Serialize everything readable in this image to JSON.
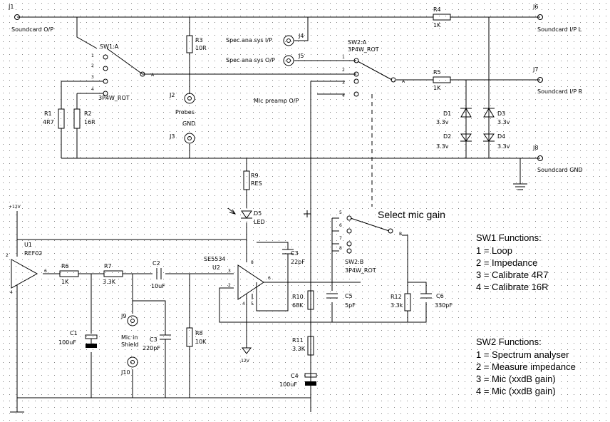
{
  "connectors": {
    "j1": {
      "ref": "J1",
      "label": "Soundcard O/P"
    },
    "j2": {
      "ref": "J2",
      "label": "Probes"
    },
    "j3": {
      "ref": "J3",
      "label": "GND"
    },
    "j4": {
      "ref": "J4",
      "label": "Spec ana sys I/P"
    },
    "j5": {
      "ref": "J5",
      "label": "Spec ana sys O/P"
    },
    "j6": {
      "ref": "J6",
      "label": "Soundcard I/P L"
    },
    "j7": {
      "ref": "J7",
      "label": "Soundcard I/P R"
    },
    "j8": {
      "ref": "J8",
      "label": "Soundcard GND"
    },
    "j9": {
      "ref": "J9",
      "label1": "Mic in",
      "label2": "Shield"
    },
    "j10": {
      "ref": "J10"
    }
  },
  "resistors": {
    "r1": {
      "ref": "R1",
      "value": "4R7"
    },
    "r2": {
      "ref": "R2",
      "value": "16R"
    },
    "r3": {
      "ref": "R3",
      "value": "10R"
    },
    "r4": {
      "ref": "R4",
      "value": "1K"
    },
    "r5": {
      "ref": "R5",
      "value": "1K"
    },
    "r6": {
      "ref": "R6",
      "value": "1K"
    },
    "r7": {
      "ref": "R7",
      "value": "3.3K"
    },
    "r8": {
      "ref": "R8",
      "value": "10K"
    },
    "r9": {
      "ref": "R9",
      "value": "RES"
    },
    "r10": {
      "ref": "R10",
      "value": "68K"
    },
    "r11": {
      "ref": "R11",
      "value": "3.3K"
    },
    "r12": {
      "ref": "R12",
      "value": "3.3k"
    }
  },
  "capacitors": {
    "c1": {
      "ref": "C1",
      "value": "100uF"
    },
    "c2": {
      "ref": "C2",
      "value": "10uF"
    },
    "c3a": {
      "ref": "C3",
      "value": "22pF"
    },
    "c3b": {
      "ref": "C3",
      "value": "220pF"
    },
    "c4": {
      "ref": "C4",
      "value": "100uF"
    },
    "c5": {
      "ref": "C5",
      "value": "5pF"
    },
    "c6": {
      "ref": "C6",
      "value": "330pF"
    }
  },
  "diodes": {
    "d1": {
      "ref": "D1",
      "value": "3.3v"
    },
    "d2": {
      "ref": "D2",
      "value": "3.3v"
    },
    "d3": {
      "ref": "D3",
      "value": "3.3v"
    },
    "d4": {
      "ref": "D4",
      "value": "3.3v"
    },
    "d5": {
      "ref": "D5",
      "value": "LED"
    }
  },
  "ics": {
    "u1": {
      "ref": "U1",
      "part": "REF02",
      "pin_left": "2",
      "pin_right": "6",
      "pin_bottom": "4"
    },
    "u2": {
      "part": "SE5534",
      "ref": "U2",
      "pin_in_plus": "3",
      "pin_in_minus": "2",
      "pin_out": "6",
      "pin_top": "8",
      "pin_bottom1": "4",
      "pin_bottom2": "5"
    }
  },
  "rails": {
    "plus12": "+12V",
    "minus12": "-12V"
  },
  "switches": {
    "sw1": {
      "ref": "SW1:A",
      "part": "3P4W_ROT",
      "common": "A",
      "pins": [
        "1",
        "2",
        "3",
        "4"
      ]
    },
    "sw2a": {
      "ref": "SW2:A",
      "part": "3P4W_ROT",
      "common": "A",
      "pins": [
        "1",
        "2",
        "3",
        "4"
      ]
    },
    "sw2b": {
      "ref": "SW2:B",
      "part": "3P4W_ROT",
      "common": "B",
      "pins": [
        "5",
        "6",
        "7",
        "8"
      ]
    }
  },
  "labels": {
    "mic_preamp": "Mic preamp O/P",
    "select_gain": "Select mic gain"
  },
  "notes": {
    "sw1_title": "SW1 Functions:",
    "sw1_items": [
      "1 = Loop",
      "2 = Impedance",
      "3 = Calibrate 4R7",
      "4 = Calibrate 16R"
    ],
    "sw2_title": "SW2 Functions:",
    "sw2_items": [
      "1 = Spectrum analyser",
      "2 = Measure impedance",
      "3 = Mic (xxdB gain)",
      "4 = Mic (xxdB gain)"
    ]
  }
}
